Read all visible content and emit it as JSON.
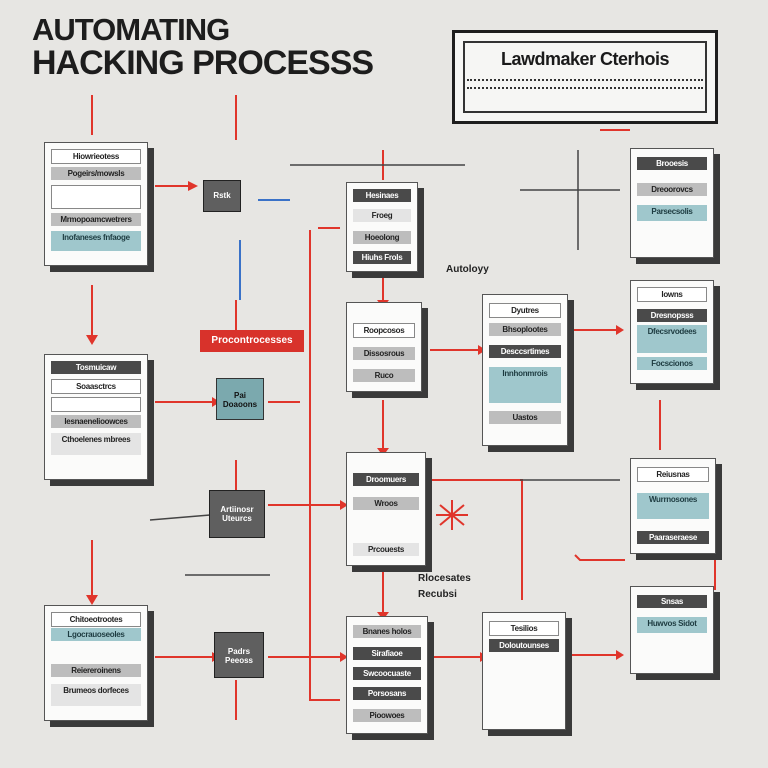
{
  "title": {
    "line1": "Automating",
    "line2": "Hacking Processs"
  },
  "banner": {
    "title": "Lawdmaker Cterhois"
  },
  "red_tag": "Procontrocesses",
  "annotations": {
    "top": "Autoloyy",
    "middle_1": "Rlocesates",
    "middle_2": "Recubsi"
  },
  "cards": [
    {
      "id": "left-1",
      "bars": [
        "Hiowrieotess",
        "Pogeirs/mowsls",
        "",
        "Mrmopoamcwetrers",
        "Inofaneses fnfaoge"
      ]
    },
    {
      "id": "left-2",
      "bars": [
        "Tosmuicaw",
        "Soaasctrcs",
        "",
        "Iesnaenelioowces",
        "Cthoelenes mbrees"
      ]
    },
    {
      "id": "left-3",
      "bars": [
        "Chitoeotrootes",
        "Lgocrauoseoles",
        "Reiereroinens",
        "Brumeos dorfeces"
      ]
    },
    {
      "id": "mid-1",
      "bars": [
        "Hesinaes",
        "Froeg",
        "Hoeolong",
        "Hiuhs Frols"
      ]
    },
    {
      "id": "mid-2",
      "bars": [
        "Roopcosos",
        "Dissosrous",
        "Ruco"
      ]
    },
    {
      "id": "mid-3",
      "bars": [
        "Droomuers",
        "Wroos",
        "Prcouests"
      ]
    },
    {
      "id": "mid-4",
      "bars": [
        "Bnanes holos",
        "Sirafiaoe",
        "Swcoocuaste",
        "Porsosans",
        "Pioowoes"
      ]
    },
    {
      "id": "center-1",
      "bars": [
        "Dyutres",
        "Bhsoplootes",
        "Desccsrtimes",
        "Innhonmrois",
        "Uastos"
      ]
    },
    {
      "id": "center-2",
      "bars": [
        "Tesilios",
        "Doloutounses"
      ]
    },
    {
      "id": "right-1",
      "bars": [
        "Brooesis",
        "Dreoorovcs",
        "Parsecsolis"
      ]
    },
    {
      "id": "right-2",
      "bars": [
        "Iowns",
        "Dresnopsss",
        "Dfecsrvodees",
        "Focscionos"
      ]
    },
    {
      "id": "right-3",
      "bars": [
        "Reiusnas",
        "Wurrnosones",
        "Paaraseraese"
      ]
    },
    {
      "id": "right-4",
      "bars": [
        "Snsas",
        "Huwvos Sidot"
      ]
    }
  ],
  "small_boxes": {
    "box_1": "Rstk",
    "box_2": "Pai Doaoons",
    "box_3": "Artiinosr Uteurcs",
    "box_4": "Padrs Peeoss"
  },
  "colors": {
    "accent_red": "#e0352b",
    "teal": "#9fc7cc",
    "dark": "#4a4a4a",
    "background": "#e7e6e3"
  }
}
